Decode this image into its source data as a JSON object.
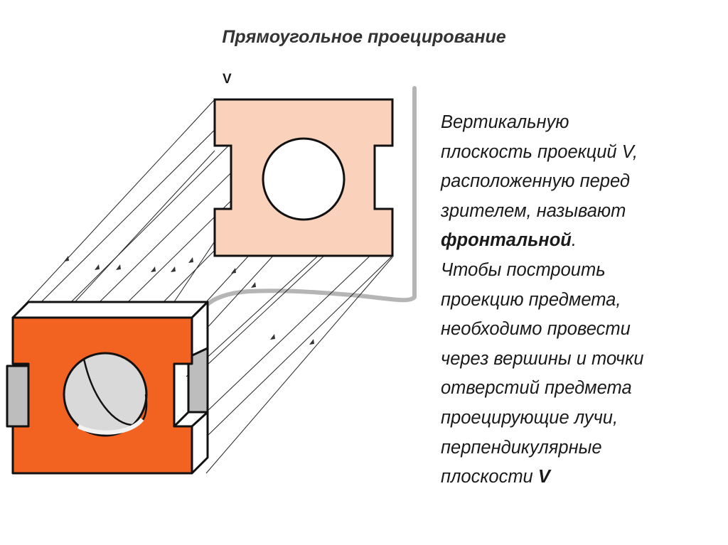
{
  "title": "Прямоугольное проецирование",
  "plane_label": "V",
  "text": {
    "intro": " Вертикальную\nплоскость проекций V,\nрасположенную перед\nзрителем, называют\n",
    "term": "фронтальной",
    "period": ".",
    "body": "\nЧтобы построить\nпроекцию предмета,\nнеобходимо провести\nчерез вершины и точки\nотверстий предмета\nпроецирующие лучи,\nперпендикулярные\nплоскости ",
    "plane_letter": "V"
  },
  "colors": {
    "projection_fill": "#fad2bc",
    "object_front": "#f26322",
    "object_top": "#ffffff",
    "object_side": "#bdbdbd",
    "plane_edge": "#b5b5b5",
    "outline": "#111111"
  }
}
